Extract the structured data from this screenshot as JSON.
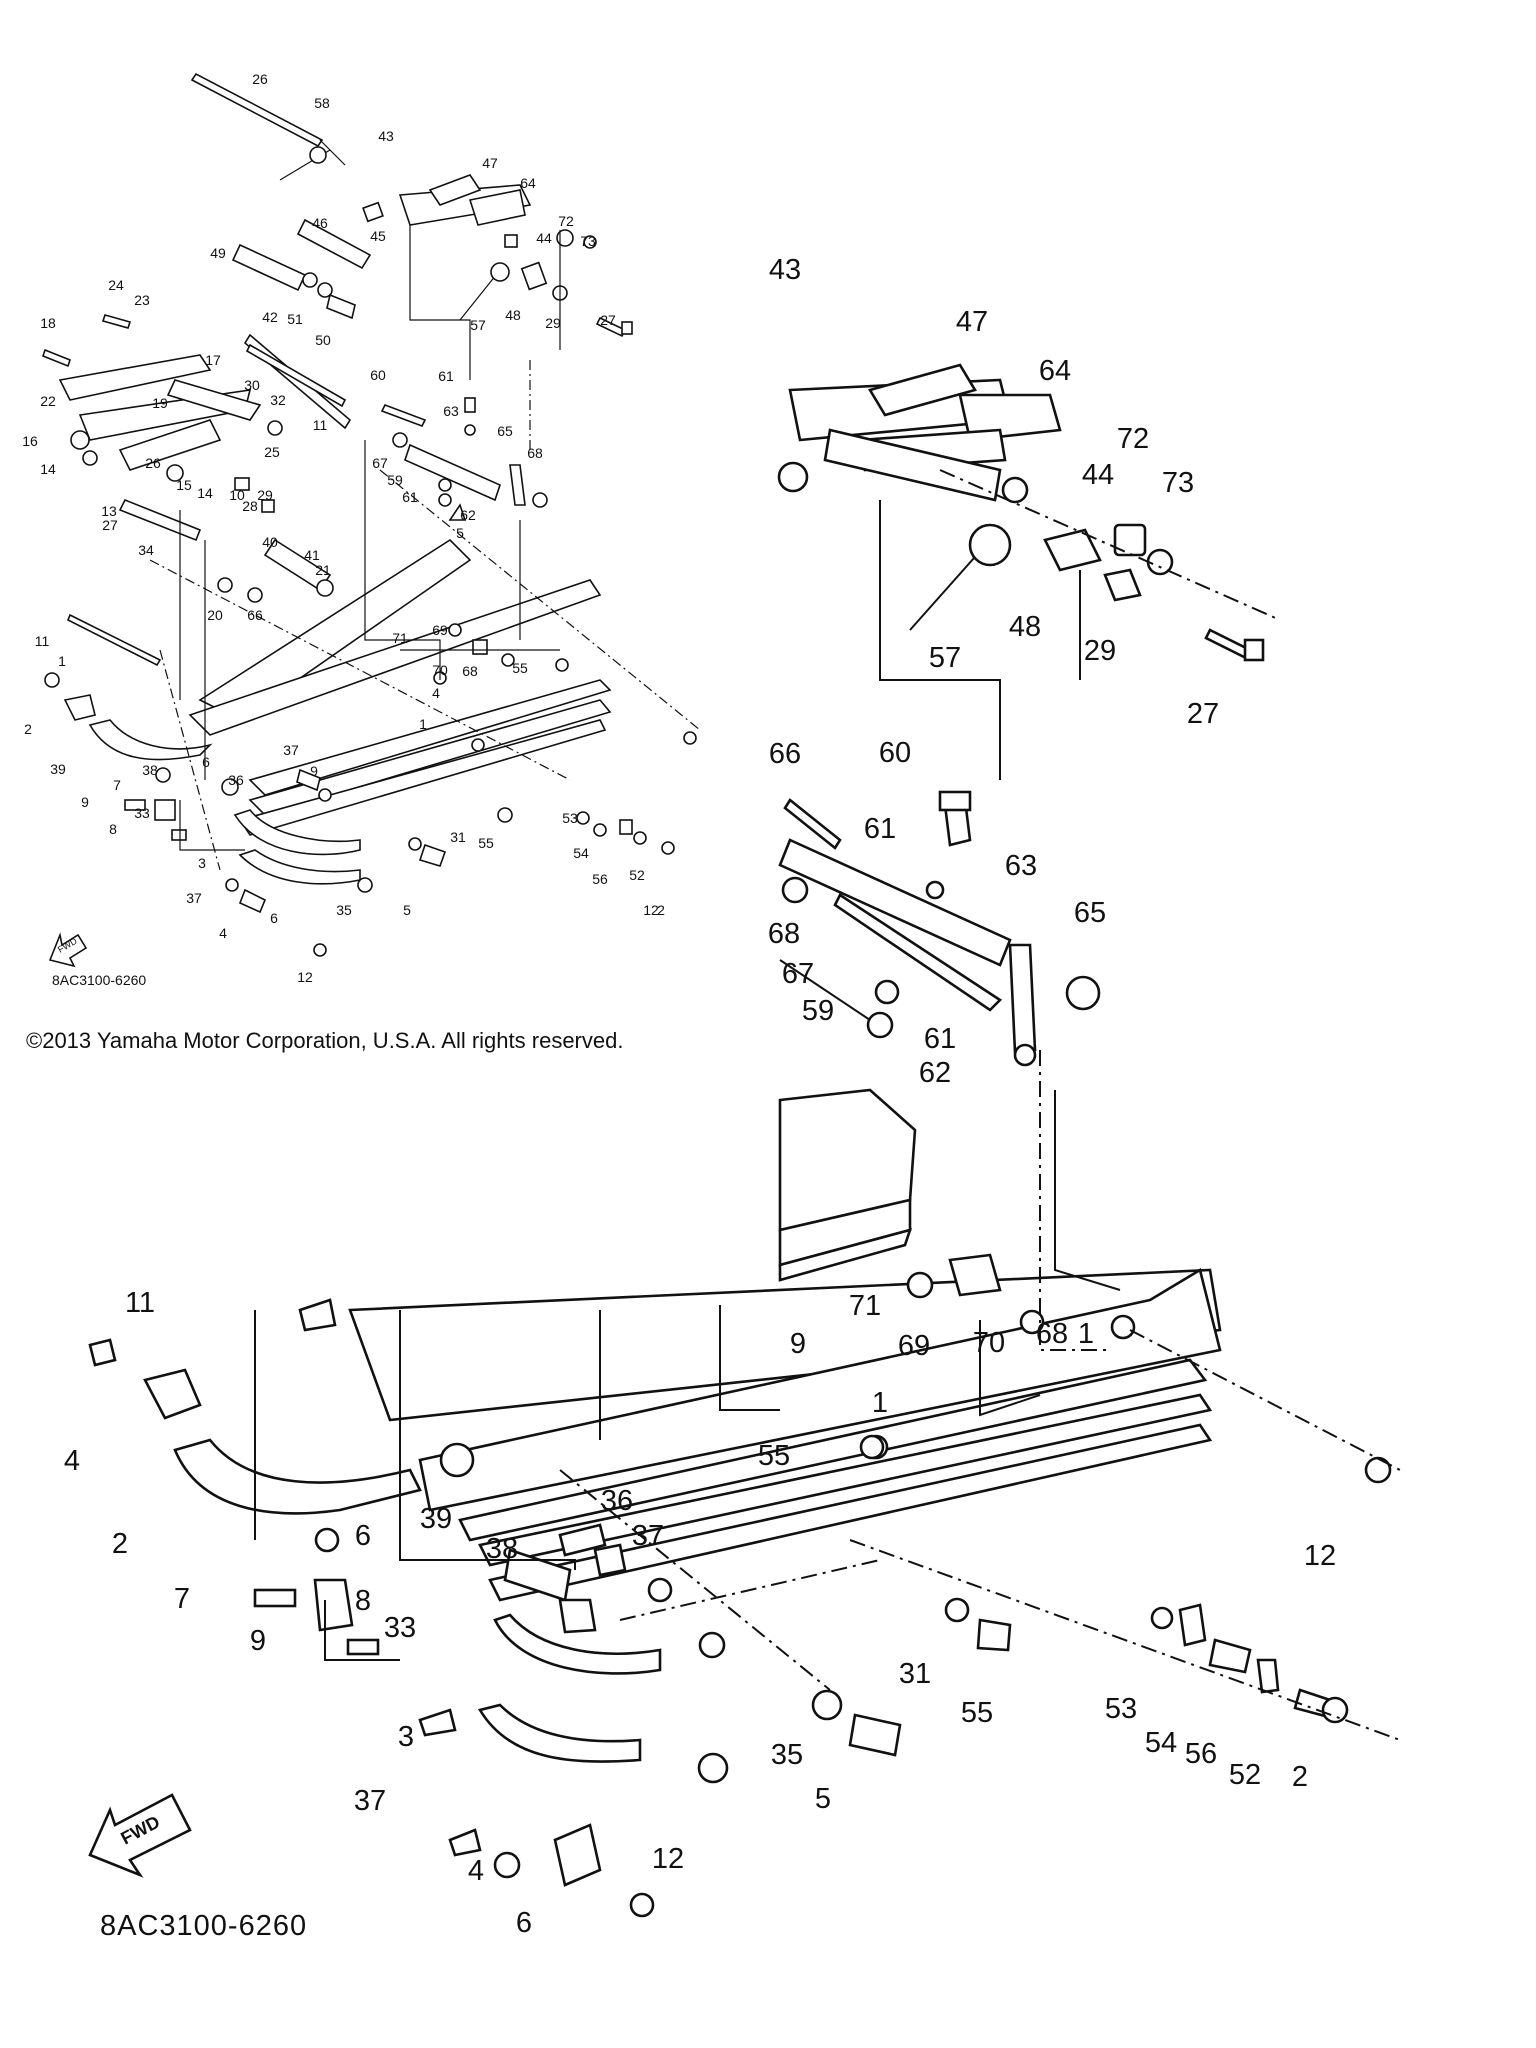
{
  "copyright": "©2013 Yamaha Motor Corporation, U.S.A. All rights reserved.",
  "diagram_code_small": "8AC3100-6260",
  "diagram_code_large": "8AC3100-6260",
  "fwd_small": "FWD",
  "fwd_large": "FWD",
  "overview_callouts": [
    "26",
    "58",
    "43",
    "47",
    "64",
    "72",
    "73",
    "44",
    "46",
    "45",
    "49",
    "42",
    "51",
    "50",
    "57",
    "48",
    "29",
    "27",
    "24",
    "23",
    "18",
    "17",
    "11",
    "30",
    "32",
    "22",
    "19",
    "16",
    "25",
    "14",
    "26",
    "14",
    "15",
    "13",
    "10",
    "29",
    "28",
    "27",
    "34",
    "40",
    "41",
    "21",
    "20",
    "66",
    "60",
    "61",
    "63",
    "65",
    "68",
    "67",
    "59",
    "61",
    "62",
    "5",
    "11",
    "1",
    "71",
    "69",
    "70",
    "68",
    "55",
    "1",
    "4",
    "2",
    "39",
    "6",
    "38",
    "36",
    "37",
    "9",
    "9",
    "7",
    "8",
    "33",
    "31",
    "55",
    "53",
    "54",
    "56",
    "52",
    "12",
    "2",
    "3",
    "37",
    "35",
    "5",
    "4",
    "6",
    "12"
  ],
  "detail_callouts": [
    "43",
    "47",
    "64",
    "72",
    "73",
    "44",
    "48",
    "29",
    "57",
    "27",
    "66",
    "60",
    "61",
    "63",
    "65",
    "68",
    "67",
    "59",
    "61",
    "62",
    "11",
    "4",
    "2",
    "39",
    "6",
    "38",
    "36",
    "37",
    "55",
    "1",
    "12",
    "71",
    "69",
    "70",
    "68",
    "1",
    "9",
    "7",
    "9",
    "8",
    "33",
    "31",
    "55",
    "53",
    "54",
    "56",
    "52",
    "2",
    "3",
    "37",
    "35",
    "5",
    "4",
    "6",
    "12"
  ]
}
